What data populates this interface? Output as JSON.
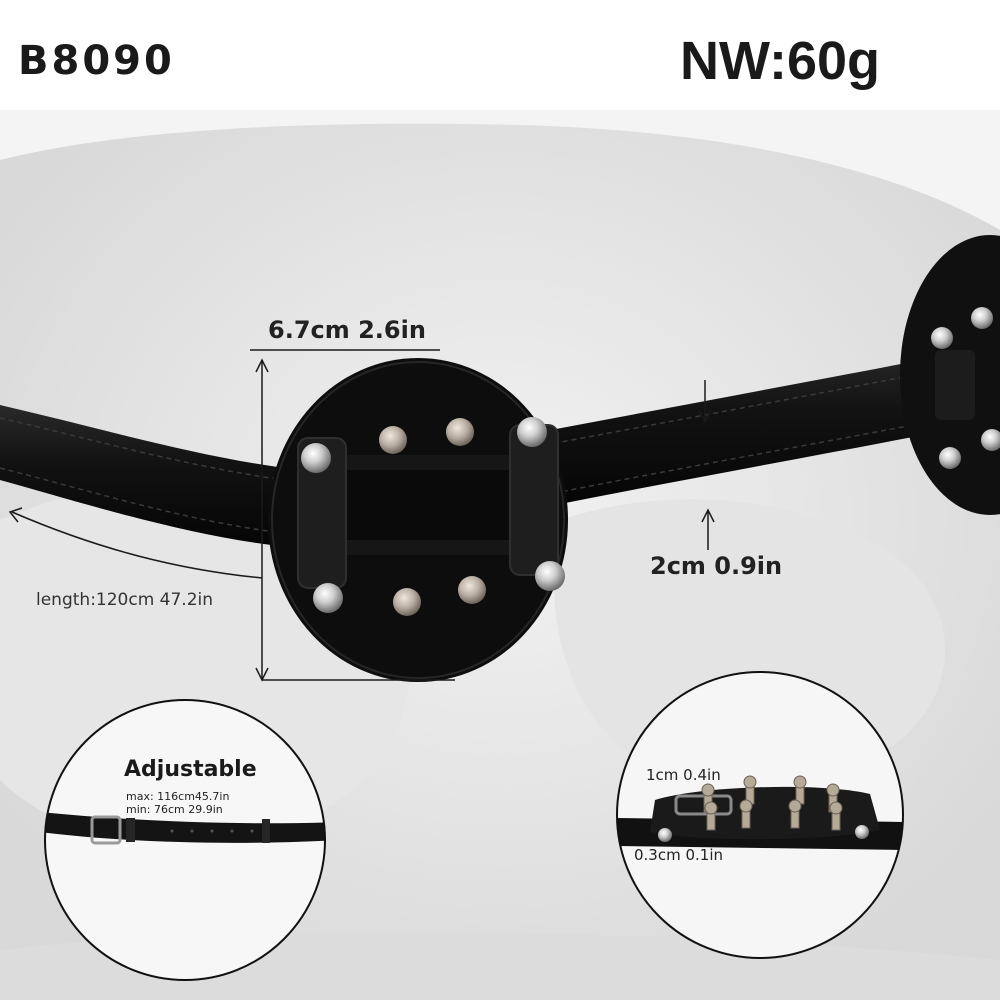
{
  "product": {
    "code": "B8090",
    "net_weight": "NW:60g"
  },
  "dimensions": {
    "disc_diameter": "6.7cm 2.6in",
    "strap_width": "2cm 0.9in",
    "strap_length": "length:120cm 47.2in"
  },
  "inset_left": {
    "title": "Adjustable",
    "max": "max: 116cm45.7in",
    "min": "min: 76cm 29.9in"
  },
  "inset_right": {
    "pin_height": "1cm 0.4in",
    "plate_thickness": "0.3cm 0.1in"
  },
  "colors": {
    "background": "#ffffff",
    "mannequin": "#e9e9e9",
    "leather": "#121212",
    "metal": "#c9c9c9",
    "text": "#1a1a1a"
  }
}
